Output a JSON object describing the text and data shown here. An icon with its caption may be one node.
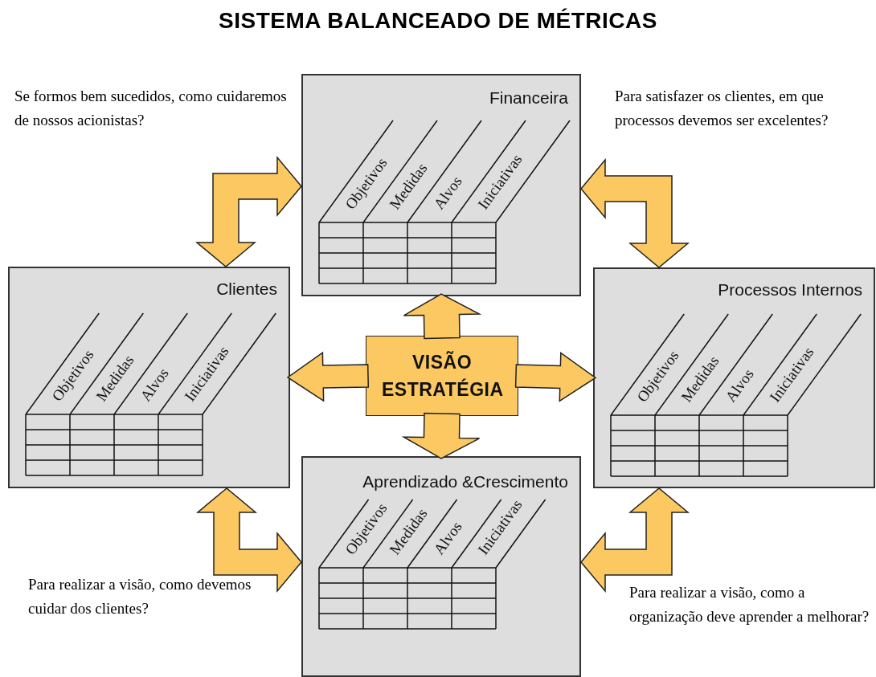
{
  "diagram": {
    "title": "SISTEMA BALANCEADO DE MÉTRICAS",
    "nodes": [
      {
        "text": [
          "Financeira",
          "Objetivos",
          "Medidas",
          "Alvos",
          "Iniciativas"
        ]
      },
      {
        "text": [
          "Clientes",
          "Objetivos",
          "Medidas",
          "Alvos",
          "Iniciativas"
        ]
      },
      {
        "text": [
          "VISÃO ESTRATÉGIA"
        ]
      },
      {
        "text": [
          "Processos Internos",
          "Objetivos",
          "Medidas",
          "Alvos",
          "Iniciativas"
        ]
      },
      {
        "text": [
          "Aprendizado &Crescimento",
          "Objetivos",
          "Medidas",
          "Alvos",
          "Iniciativas"
        ]
      }
    ],
    "edges": [
      {
        "from": 2,
        "to": 0,
        "arrow": "to"
      },
      {
        "from": 2,
        "to": 1,
        "arrow": "to"
      },
      {
        "from": 2,
        "to": 3,
        "arrow": "to"
      },
      {
        "from": 2,
        "to": 4,
        "arrow": "to"
      },
      {
        "from": 0,
        "to": 1,
        "arrow": "both"
      },
      {
        "from": 0,
        "to": 3,
        "arrow": "both"
      },
      {
        "from": 1,
        "to": 4,
        "arrow": "both"
      },
      {
        "from": 4,
        "to": 3,
        "arrow": "both"
      }
    ],
    "labels": [
      "Se formos bem sucedidos, como cuidaremos de nossos acionistas?",
      "Para satisfazer os clientes, em que processos devemos ser excelentes?",
      "Para realizar a visão, como devemos cuidar dos clientes?",
      "Para realizar a visão, como a organização deve aprender a melhorar?"
    ]
  }
}
